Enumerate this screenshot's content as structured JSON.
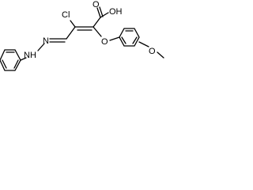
{
  "molecule": {
    "atom_labels": {
      "cl": "Cl",
      "cooh": "OH",
      "carbonyl_o": "O",
      "ether_o": "O",
      "methoxy_o": "O",
      "nh": "NH",
      "n": "N"
    }
  }
}
